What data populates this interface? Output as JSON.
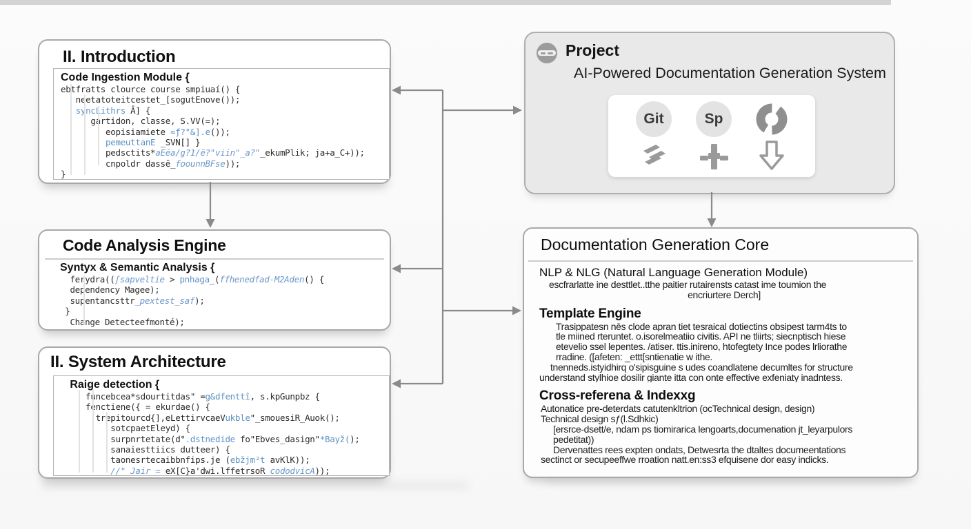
{
  "boxes": {
    "introduction": {
      "title": "II. Introduction",
      "code_title": "Code Ingestion Module {",
      "code_lines": [
        [
          [
            "ebtfratts clource course smpiuaí() {",
            "d"
          ]
        ],
        [
          [
            "   neetatoteitcestet_[sogutEnove());",
            "d"
          ]
        ],
        [
          [
            "   ",
            "d"
          ],
          [
            "syncLithrs",
            "b"
          ],
          [
            " Ā] {",
            "d"
          ]
        ],
        [
          [
            "      gartidon, classe, S.VV(=);",
            "d"
          ]
        ],
        [
          [
            "         eopisiamiete ",
            "d"
          ],
          [
            "≈ƒ?°&].e",
            "b"
          ],
          [
            "());",
            "d"
          ]
        ],
        [
          [
            "         ",
            "d"
          ],
          [
            "pemeuttanE",
            "b"
          ],
          [
            " _SVN[] }",
            "d"
          ]
        ],
        [
          [
            "         pedsctits*",
            "d"
          ],
          [
            "aEēa/g?1/ë?\"viin\"_a?\"",
            "i"
          ],
          [
            "_ekumPlik; ja+a_C+));",
            "d"
          ]
        ],
        [
          [
            "         cnpoldr dassē_",
            "d"
          ],
          [
            "foounnBFse",
            "i"
          ],
          [
            "));",
            "d"
          ]
        ],
        [
          [
            "}",
            "d"
          ]
        ]
      ]
    },
    "analysis": {
      "title": "Code Analysis Engine",
      "code_title": "Syntyx & Semantic Analysis {",
      "code_lines": [
        [
          [
            "  ferydra((",
            "d"
          ],
          [
            "ʃsapveltie",
            "i"
          ],
          [
            " > ",
            "d"
          ],
          [
            "pnhaga",
            "b"
          ],
          [
            "_(",
            "d"
          ],
          [
            "ffhenedfad-M2Aden",
            "i"
          ],
          [
            "() {",
            "d"
          ]
        ],
        [
          [
            "  dependency Magee);",
            "d"
          ]
        ],
        [
          [
            "  supentancsttr",
            "d"
          ],
          [
            "_pextest_saf",
            "i"
          ],
          [
            ");",
            "d"
          ]
        ],
        [
          [
            " }",
            "d"
          ]
        ],
        [
          [
            "  Change Detecteefmonté);",
            "d"
          ]
        ]
      ]
    },
    "architecture": {
      "title": "II. System Architecture",
      "code_title": "   Raige detection {",
      "code_lines": [
        [
          [
            "     funcebcea*sdourtitdas\" =",
            "d"
          ],
          [
            "g&dfenttî",
            "b"
          ],
          [
            ", s.kpGunpbz {",
            "d"
          ]
        ],
        [
          [
            "     fenctiene({ = ekurdae() {",
            "d"
          ]
        ],
        [
          [
            "       trepitourcd{],eLettirvcaeV",
            "d"
          ],
          [
            "ukble",
            "b"
          ],
          [
            "\"_smouesiR_Auok();",
            "d"
          ]
        ],
        [
          [
            "          sotcpaetEleyd) {",
            "d"
          ]
        ],
        [
          [
            "          surpnrtetate(d°",
            "d"
          ],
          [
            ".dstnedide",
            "b"
          ],
          [
            " fo\"Ebves_dasign\"",
            "d"
          ],
          [
            "*Bayž(",
            "b"
          ],
          [
            ");",
            "d"
          ]
        ],
        [
          [
            "          sanaiesttiics dutteer) {",
            "d"
          ]
        ],
        [
          [
            "          taonesrtecaibbnfips.je (",
            "d"
          ],
          [
            "ebžjm²t",
            "b"
          ],
          [
            " avKlK));",
            "d"
          ]
        ],
        [
          [
            "          ",
            "d"
          ],
          [
            "//\" Jair = ",
            "i"
          ],
          [
            "eX[C}a'dwi.lffetrsoR_",
            "d"
          ],
          [
            "cododvicA",
            "i"
          ],
          [
            "));",
            "d"
          ]
        ]
      ]
    },
    "project": {
      "title": "Project",
      "subtitle": "AI-Powered Documentation Generation System",
      "badges": {
        "git": "Git",
        "sp": "Sp"
      },
      "icons": [
        "project-globe-icon",
        "donut-chart-icon",
        "layers-icon",
        "merge-plus-icon",
        "download-arrow-icon"
      ]
    },
    "doc_core": {
      "title": "Documentation Generation Core",
      "sections": [
        {
          "heading": "NLP & NLG (Natural Language Generation Module)",
          "style": "plain",
          "lines": [
            {
              "t": "escfrarlatte ine desttlet..tthe paitier rutairensts catast ime toumion the",
              "in": 14
            },
            {
              "t": "encriurtere Derch]",
              "al": "center"
            }
          ]
        },
        {
          "heading": "Template Engine",
          "style": "bold",
          "lines": [
            {
              "t": "Trasippatesn nēs clode apran tiet tesraical dotiectins obsipest tarm4ts to",
              "in": 24
            },
            {
              "t": "tle miined rteruntet. o.isorelmeatiio civitis. API ne tliirts; siecnptisch hiese",
              "in": 24
            },
            {
              "t": "etevelio ssel lepentes. /atiser. ttis.inireno, htofegtety Ince podes lrliorathe",
              "in": 24
            },
            {
              "t": "rradine. ([afeten: _ettt[sntienatie w ithe.",
              "in": 24
            },
            {
              "t": "tnenneds.istyidhirq o'sipisguine s udes coandlatene decumltes for structure",
              "in": 16
            },
            {
              "t": "understand stylhioe dosilir giante itta con onte effective exfeniaty inadntess.",
              "in": 0
            }
          ]
        },
        {
          "heading": "Cross-referena & Indexxg",
          "style": "bold",
          "lines": [
            {
              "t": "Autonatice pre-deterdats catutenkltrion (ocTechnical design, design)",
              "in": 2
            },
            {
              "t": "Technical design sƒ(l.Sdhkic)",
              "in": 2
            },
            {
              "t": "[ersrce-dsett/e, ndam ps tiomirarica lengoarts,documenation jt_leyarpulors",
              "in": 20
            },
            {
              "t": "pedetitat))",
              "in": 20
            },
            {
              "t": "Dervenattes rees expten ondats, Detwesrta the dtaltes documeentations",
              "in": 20
            },
            {
              "t": "sectinct or secupeeffwe rroation natt.en:ss3 efquisene dor easy indicks.",
              "in": 2
            }
          ]
        }
      ]
    }
  },
  "colors": {
    "box_border": "#a8a8a8",
    "panel_border": "#b6b6b6",
    "project_bg": "#e9e9e9",
    "arrow": "#8a8a8a",
    "code_blue": "#5e93c5",
    "code_text": "#2b2b2b",
    "badge_bg": "#e3e3e3",
    "icon_gray": "#9a9a9a"
  }
}
